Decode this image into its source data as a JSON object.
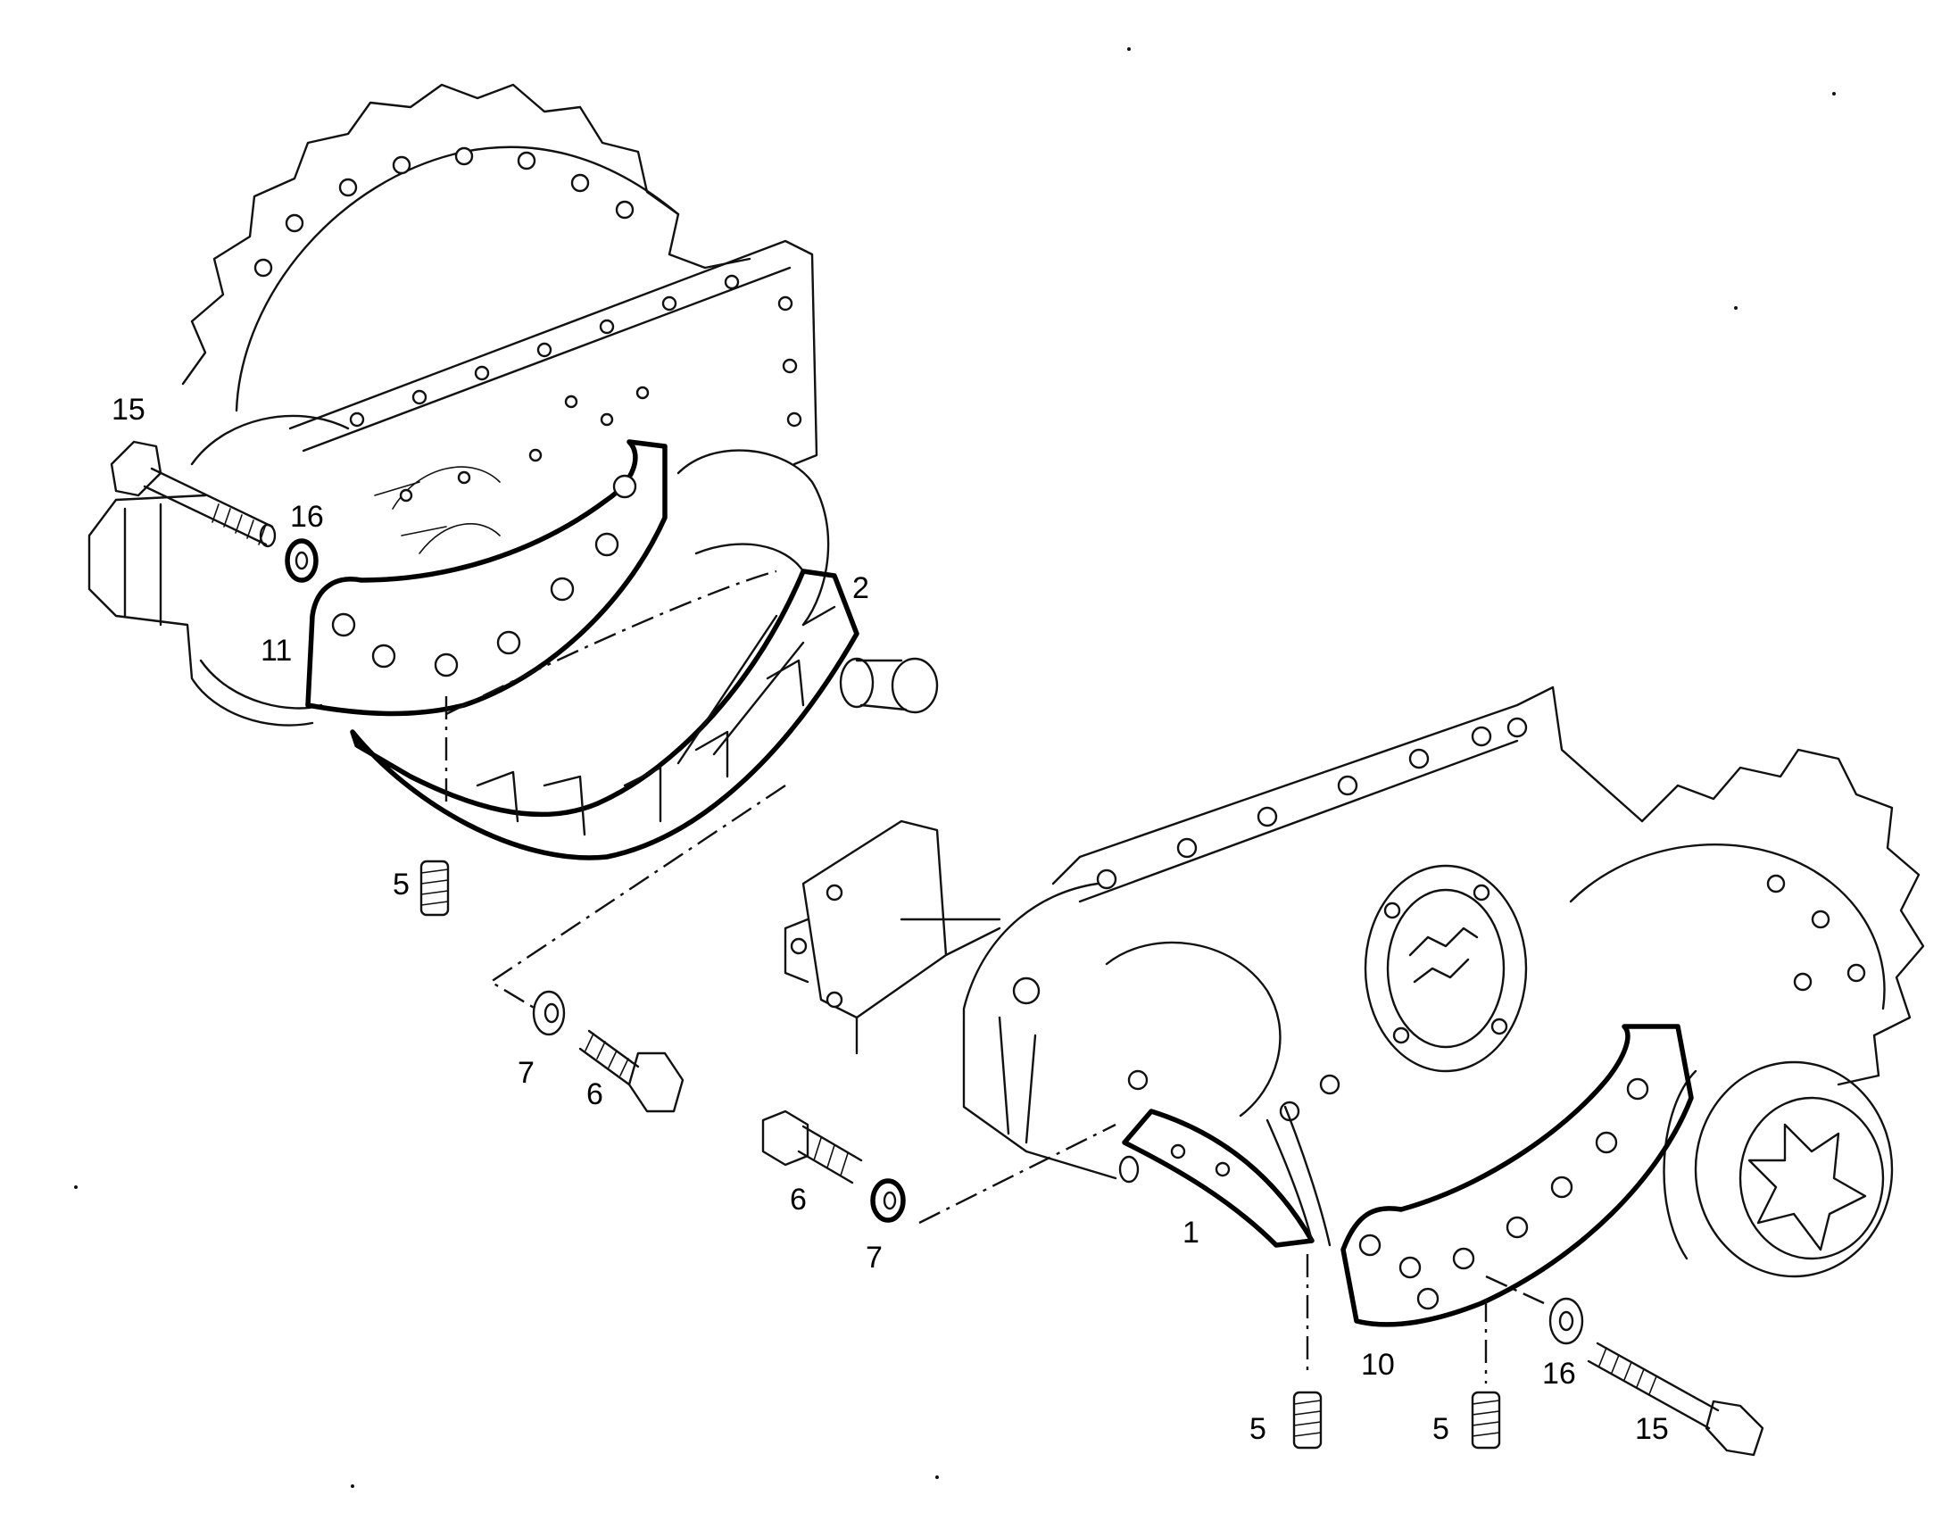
{
  "callouts": [
    {
      "id": "c15a",
      "text": "15"
    },
    {
      "id": "c16a",
      "text": "16"
    },
    {
      "id": "c11",
      "text": "11"
    },
    {
      "id": "c2",
      "text": "2"
    },
    {
      "id": "c5a",
      "text": "5"
    },
    {
      "id": "c7a",
      "text": "7"
    },
    {
      "id": "c6a",
      "text": "6"
    },
    {
      "id": "c6b",
      "text": "6"
    },
    {
      "id": "c7b",
      "text": "7"
    },
    {
      "id": "c1",
      "text": "1"
    },
    {
      "id": "c5b",
      "text": "5"
    },
    {
      "id": "c10",
      "text": "10"
    },
    {
      "id": "c5c",
      "text": "5"
    },
    {
      "id": "c16b",
      "text": "16"
    },
    {
      "id": "c15b",
      "text": "15"
    }
  ]
}
